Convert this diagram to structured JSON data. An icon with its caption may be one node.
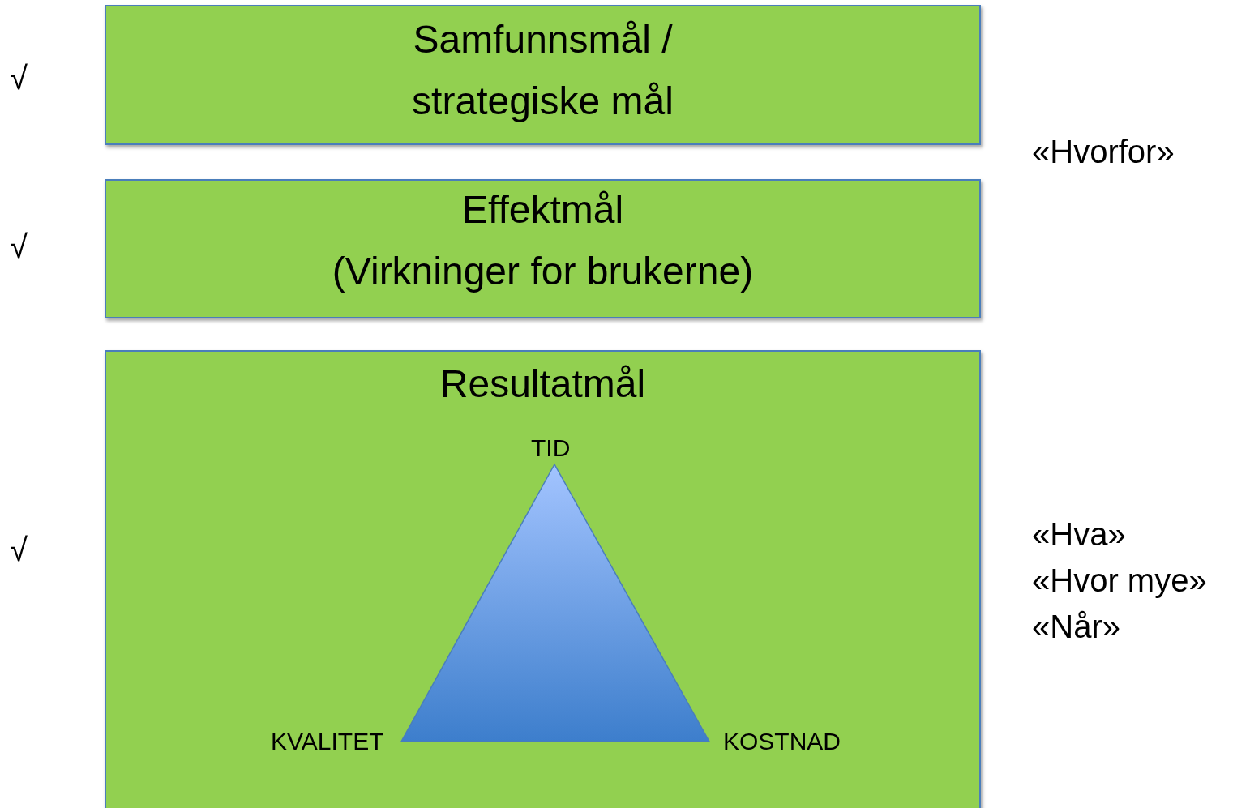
{
  "diagram": {
    "nodes": [
      {
        "text": [
          "Samfunnsmål / strategiske mål"
        ]
      },
      {
        "text": [
          "Effektmål",
          "(Virkninger for brukerne)"
        ]
      },
      {
        "text": [
          "Resultatmål"
        ]
      }
    ],
    "labels": [
      "√",
      "«Hvorfor»",
      "√",
      "TID",
      "√",
      "«Hva»",
      "«Hvor mye»",
      "«Når»",
      "KVALITET",
      "KOSTNAD"
    ]
  }
}
